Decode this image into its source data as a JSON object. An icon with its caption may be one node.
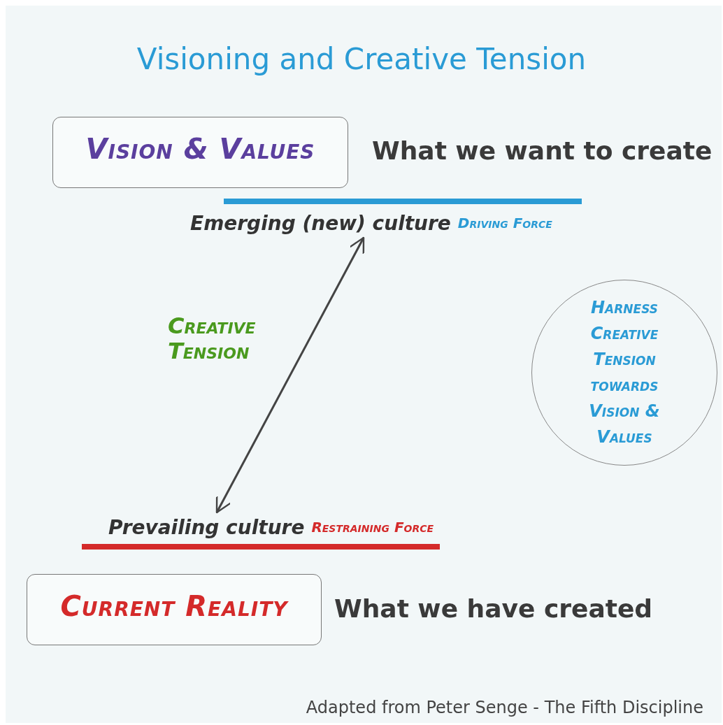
{
  "diagram": {
    "title": "Visioning and Creative Tension",
    "caption": "Adapted from Peter Senge - The Fifth Discipline",
    "nodes": [
      {
        "text": [
          "Vision & Values"
        ],
        "beside": [
          "What we want to create"
        ]
      },
      {
        "text": [
          "Emerging (new) culture",
          "Driving Force"
        ]
      },
      {
        "text": [
          "Harness Creative Tension towards Vision & Values"
        ]
      },
      {
        "text": [
          "Prevailing culture",
          "Restraining Force"
        ]
      },
      {
        "text": [
          "Current Reality"
        ],
        "beside": [
          "What we have created"
        ]
      }
    ],
    "edges": [
      {
        "from": 3,
        "to": 1,
        "arrow": "both",
        "label": "Creative Tension"
      }
    ]
  }
}
